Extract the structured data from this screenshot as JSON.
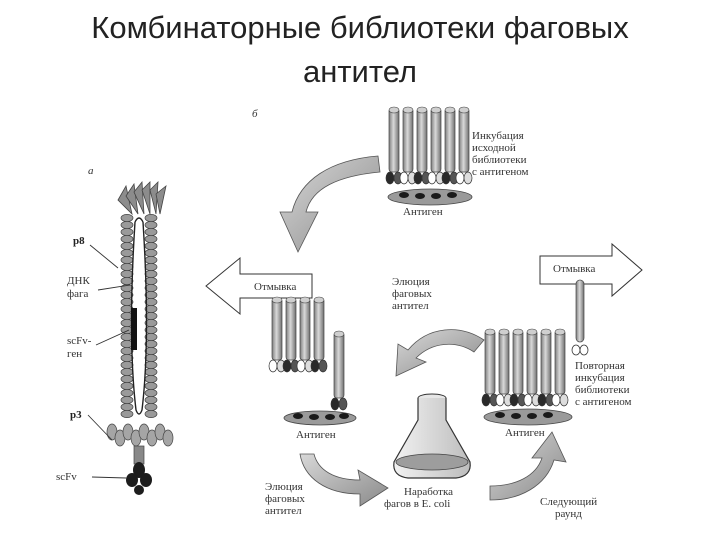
{
  "title": {
    "line1": "Комбинаторные библиотеки фаговых",
    "line2": "антител"
  },
  "panel_a": {
    "letter": "а",
    "p8": "p8",
    "dna_1": "ДНК",
    "dna_2": "фага",
    "scfv_gene_1": "scFv-",
    "scfv_gene_2": "ген",
    "p3": "p3",
    "scfv": "scFv"
  },
  "panel_b": {
    "letter": "б",
    "incubation": [
      "Инкубация",
      "исходной",
      "библиотеки",
      "с антигеном"
    ],
    "antigen": "Антиген",
    "wash": "Отмывка",
    "elution_mid": [
      "Элюция",
      "фаговых",
      "антител"
    ],
    "repeat_incubation": [
      "Повторная",
      "инкубация",
      "библиотеки",
      "с антигеном"
    ],
    "elution_bottom": [
      "Элюция",
      "фаговых",
      "антител"
    ],
    "production": [
      "Наработка",
      "фагов в E. coli"
    ],
    "next_round": [
      "Следующий",
      "раунд"
    ]
  }
}
